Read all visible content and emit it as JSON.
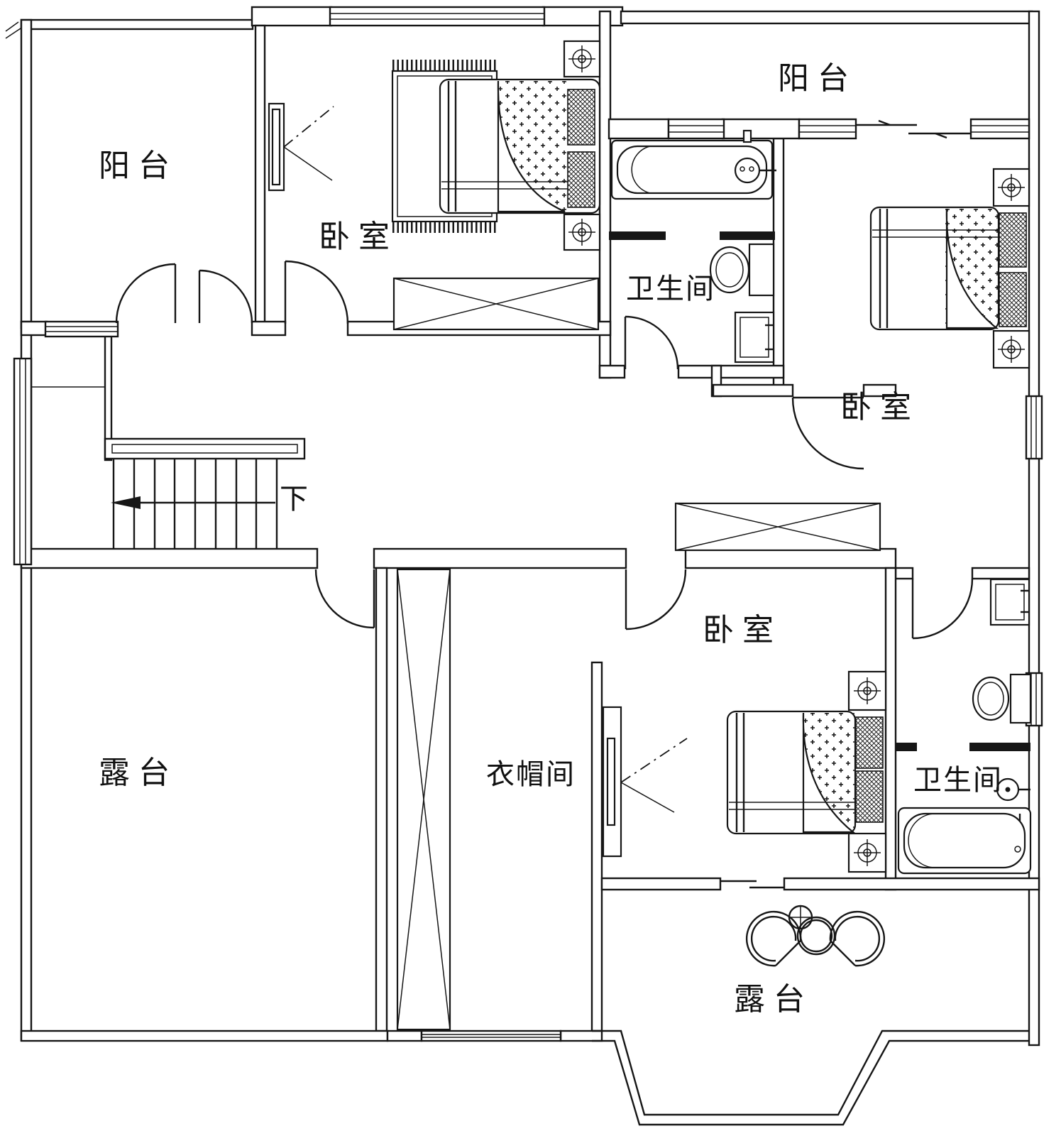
{
  "rooms": {
    "balcony_top_left": {
      "label": "阳台"
    },
    "bedroom_top": {
      "label": "卧室"
    },
    "balcony_top_right": {
      "label": "阳台"
    },
    "bathroom_top": {
      "label": "卫生间"
    },
    "bedroom_right": {
      "label": "卧室"
    },
    "stairs": {
      "label": "下"
    },
    "terrace_left": {
      "label": "露台"
    },
    "cloakroom": {
      "label": "衣帽间"
    },
    "bedroom_bottom": {
      "label": "卧室"
    },
    "bathroom_bottom": {
      "label": "卫生间"
    },
    "terrace_bottom": {
      "label": "露台"
    }
  },
  "colors": {
    "line": "#161616",
    "background": "#ffffff"
  }
}
